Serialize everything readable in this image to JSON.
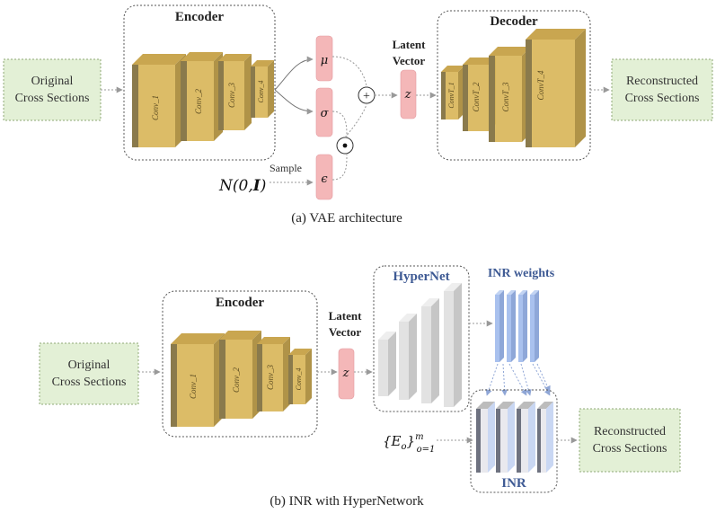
{
  "colors": {
    "green_fill": "#e3f0d6",
    "green_stroke": "#8fa877",
    "conv_front": "#d9b65a",
    "conv_side": "#8a7a4c",
    "pink": "#f4b7b8",
    "hyper_gray": "#e2e2e2",
    "inr_blue": "#a9c1ee",
    "title_blue": "#3e5a94",
    "arrow": "#999999"
  },
  "panel_a": {
    "input_label_line1": "Original",
    "input_label_line2": "Cross Sections",
    "encoder_title": "Encoder",
    "conv_layers": [
      "Conv_1",
      "Conv_2",
      "Conv_3",
      "Conv_4"
    ],
    "mu_symbol": "μ",
    "sigma_symbol": "σ",
    "epsilon_symbol": "ϵ",
    "plus_symbol": "+",
    "dot_symbol": "·",
    "latent_title_line1": "Latent",
    "latent_title_line2": "Vector",
    "z_symbol": "z",
    "noise_label_pre": "N(0,",
    "noise_label_bold": "I",
    "noise_label_post": ")",
    "sample_label": "Sample",
    "decoder_title": "Decoder",
    "deconv_layers": [
      "ConvT_1",
      "ConvT_2",
      "ConvT_3",
      "ConvT_4"
    ],
    "output_label_line1": "Reconstructed",
    "output_label_line2": "Cross Sections",
    "caption": "(a) VAE architecture"
  },
  "panel_b": {
    "input_label_line1": "Original",
    "input_label_line2": "Cross Sections",
    "encoder_title": "Encoder",
    "conv_layers": [
      "Conv_1",
      "Conv_2",
      "Conv_3",
      "Conv_4"
    ],
    "latent_title_line1": "Latent",
    "latent_title_line2": "Vector",
    "z_symbol": "z",
    "hypernet_title": "HyperNet",
    "inr_weights_title": "INR weights",
    "inr_title": "INR",
    "coord_label_open": "{",
    "coord_label_E": "E",
    "coord_label_o_sub": "o",
    "coord_label_close": "}",
    "coord_label_sup": "m",
    "coord_label_sub": "o=1",
    "output_label_line1": "Reconstructed",
    "output_label_line2": "Cross Sections",
    "caption": "(b) INR with HyperNetwork"
  }
}
